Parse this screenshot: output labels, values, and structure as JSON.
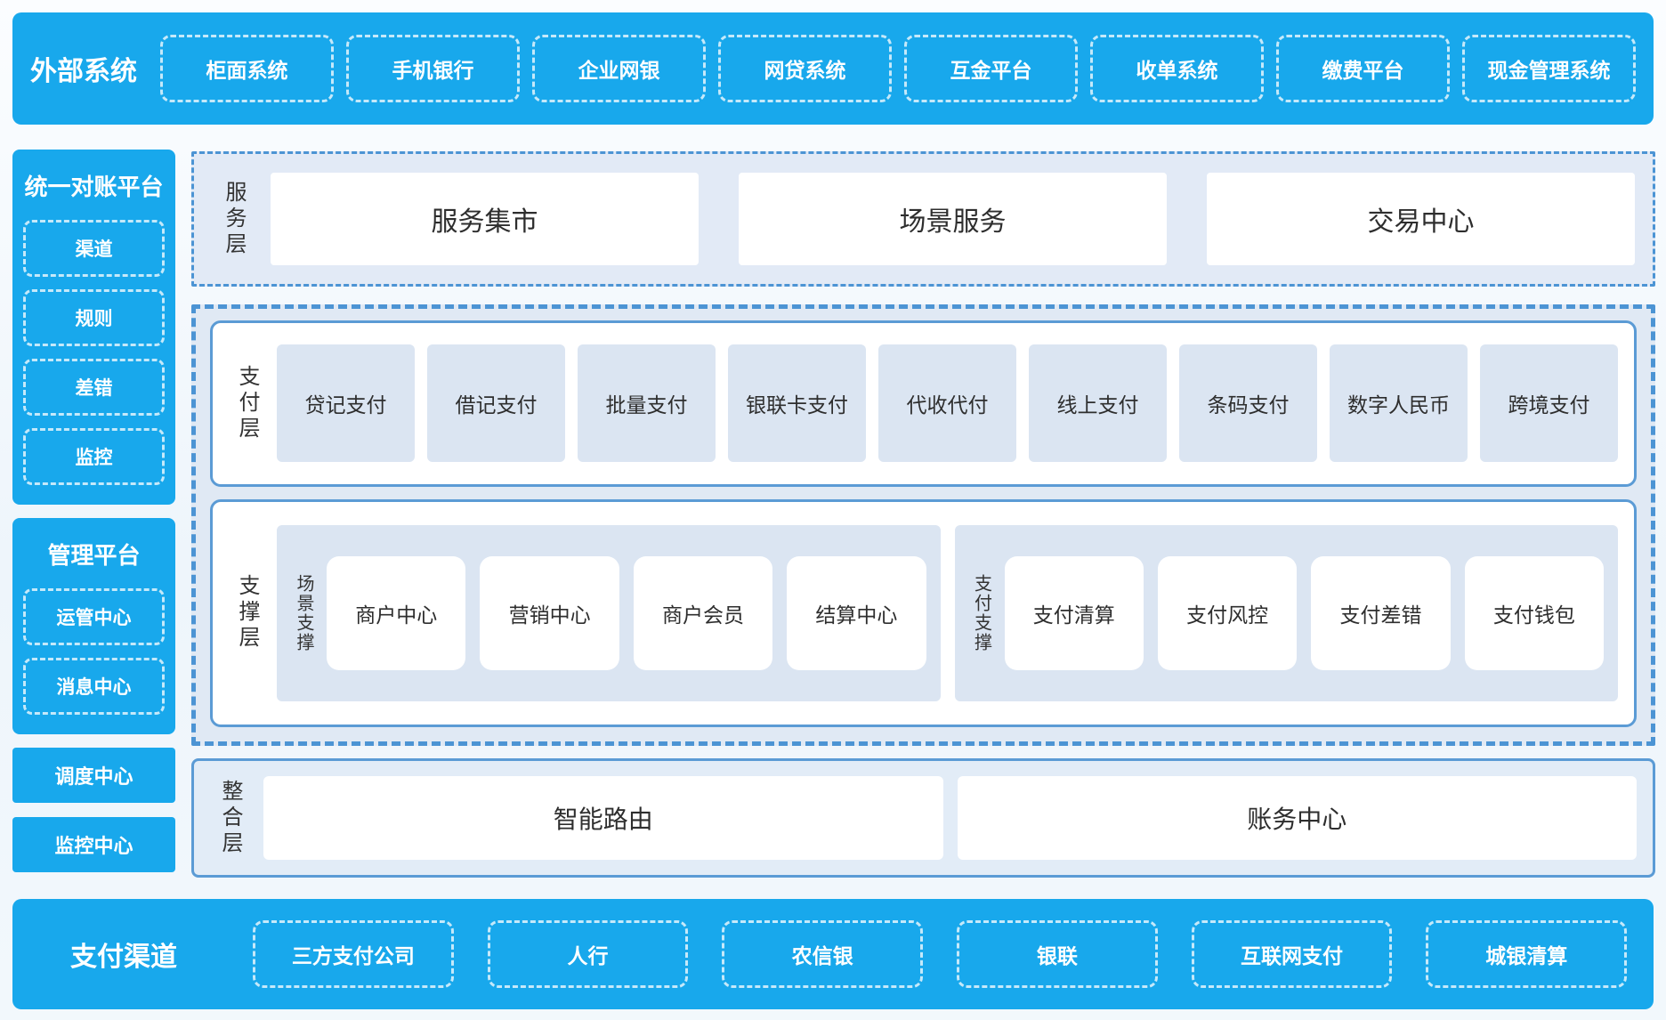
{
  "colors": {
    "accent_blue": "#18a8ec",
    "border_solid_blue": "#5b9bd5",
    "border_dashed_blue": "#4c94d4",
    "panel_light": "#e0e9f4",
    "card_light": "#dbe5f2",
    "text_dark": "#2e2e2e",
    "text_white": "#ffffff"
  },
  "top_bar": {
    "label": "外部系统",
    "items": [
      "柜面系统",
      "手机银行",
      "企业网银",
      "网贷系统",
      "互金平台",
      "收单系统",
      "缴费平台",
      "现金管理系统"
    ]
  },
  "left_column": {
    "blocks": [
      {
        "title": "统一对账平台",
        "items": [
          "渠道",
          "规则",
          "差错",
          "监控"
        ]
      },
      {
        "title": "管理平台",
        "items": [
          "运管中心",
          "消息中心"
        ]
      }
    ],
    "solo_boxes": [
      "调度中心",
      "监控中心"
    ]
  },
  "service_layer": {
    "label": "服务层",
    "items": [
      "服务集市",
      "场景服务",
      "交易中心"
    ]
  },
  "payment_layer": {
    "label": "支付层",
    "items": [
      "贷记支付",
      "借记支付",
      "批量支付",
      "银联卡支付",
      "代收代付",
      "线上支付",
      "条码支付",
      "数字人民币",
      "跨境支付"
    ]
  },
  "support_layer": {
    "label": "支撑层",
    "groups": [
      {
        "label": "场景支撑",
        "items": [
          "商户中心",
          "营销中心",
          "商户会员",
          "结算中心"
        ]
      },
      {
        "label": "支付支撑",
        "items": [
          "支付清算",
          "支付风控",
          "支付差错",
          "支付钱包"
        ]
      }
    ]
  },
  "integration_layer": {
    "label": "整合层",
    "items": [
      "智能路由",
      "账务中心"
    ]
  },
  "bottom_bar": {
    "label": "支付渠道",
    "items": [
      "三方支付公司",
      "人行",
      "农信银",
      "银联",
      "互联网支付",
      "城银清算"
    ]
  }
}
